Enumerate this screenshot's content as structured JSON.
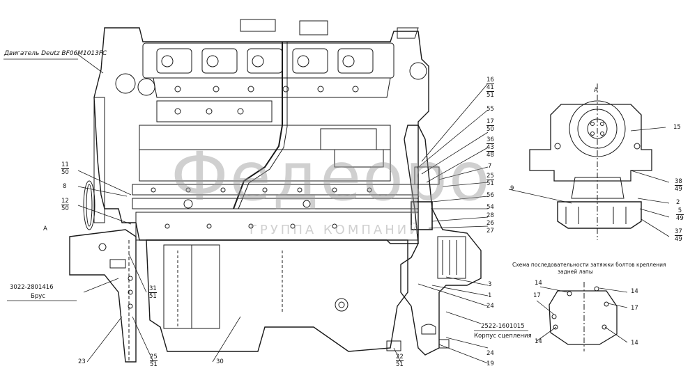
{
  "engine_label": "Двигатель Deutz BF06M1013FC",
  "corner_mark": "",
  "view_letter_left": "A",
  "view_letter_right": "A",
  "beam_part_number": "3022-2801416",
  "beam_name": "Брус",
  "clutch_part_number": "2522-1601015",
  "clutch_name": "Корпус сцепления",
  "scheme_note_line1": "Схема последовательности затяжки болтов крепления",
  "scheme_note_line2": "задней лапы",
  "watermark_main": "Федеоро",
  "watermark_sub": "ГРУППА КОМПАНИЙ",
  "callouts": {
    "c16_41_51": [
      "16",
      "41",
      "51"
    ],
    "c55": "55",
    "c17_50": [
      "17",
      "50"
    ],
    "c36_43_48": [
      "36",
      "43",
      "48"
    ],
    "c7": "7",
    "c25_51": [
      "25",
      "51"
    ],
    "c56": "56",
    "c54": "54",
    "c28": "28",
    "c26": "26",
    "c27": "27",
    "c3": "3",
    "c1": "1",
    "c24a": "24",
    "c24b": "24",
    "c19": "19",
    "c22_51": [
      "22",
      "51"
    ],
    "c30": "30",
    "c25_51b": [
      "25",
      "51"
    ],
    "c23": "23",
    "c31_51": [
      "31",
      "51"
    ],
    "c11_50": [
      "11",
      "50"
    ],
    "c8": "8",
    "c12_50": [
      "12",
      "50"
    ],
    "c15": "15",
    "c38_49": [
      "38",
      "49"
    ],
    "c9": "9",
    "c2": "2",
    "c5_49": [
      "5",
      "49"
    ],
    "c37_49": [
      "37",
      "49"
    ],
    "s14a": "14",
    "s14b": "14",
    "s14c": "14",
    "s14d": "14",
    "s17a": "17",
    "s17b": "17"
  }
}
